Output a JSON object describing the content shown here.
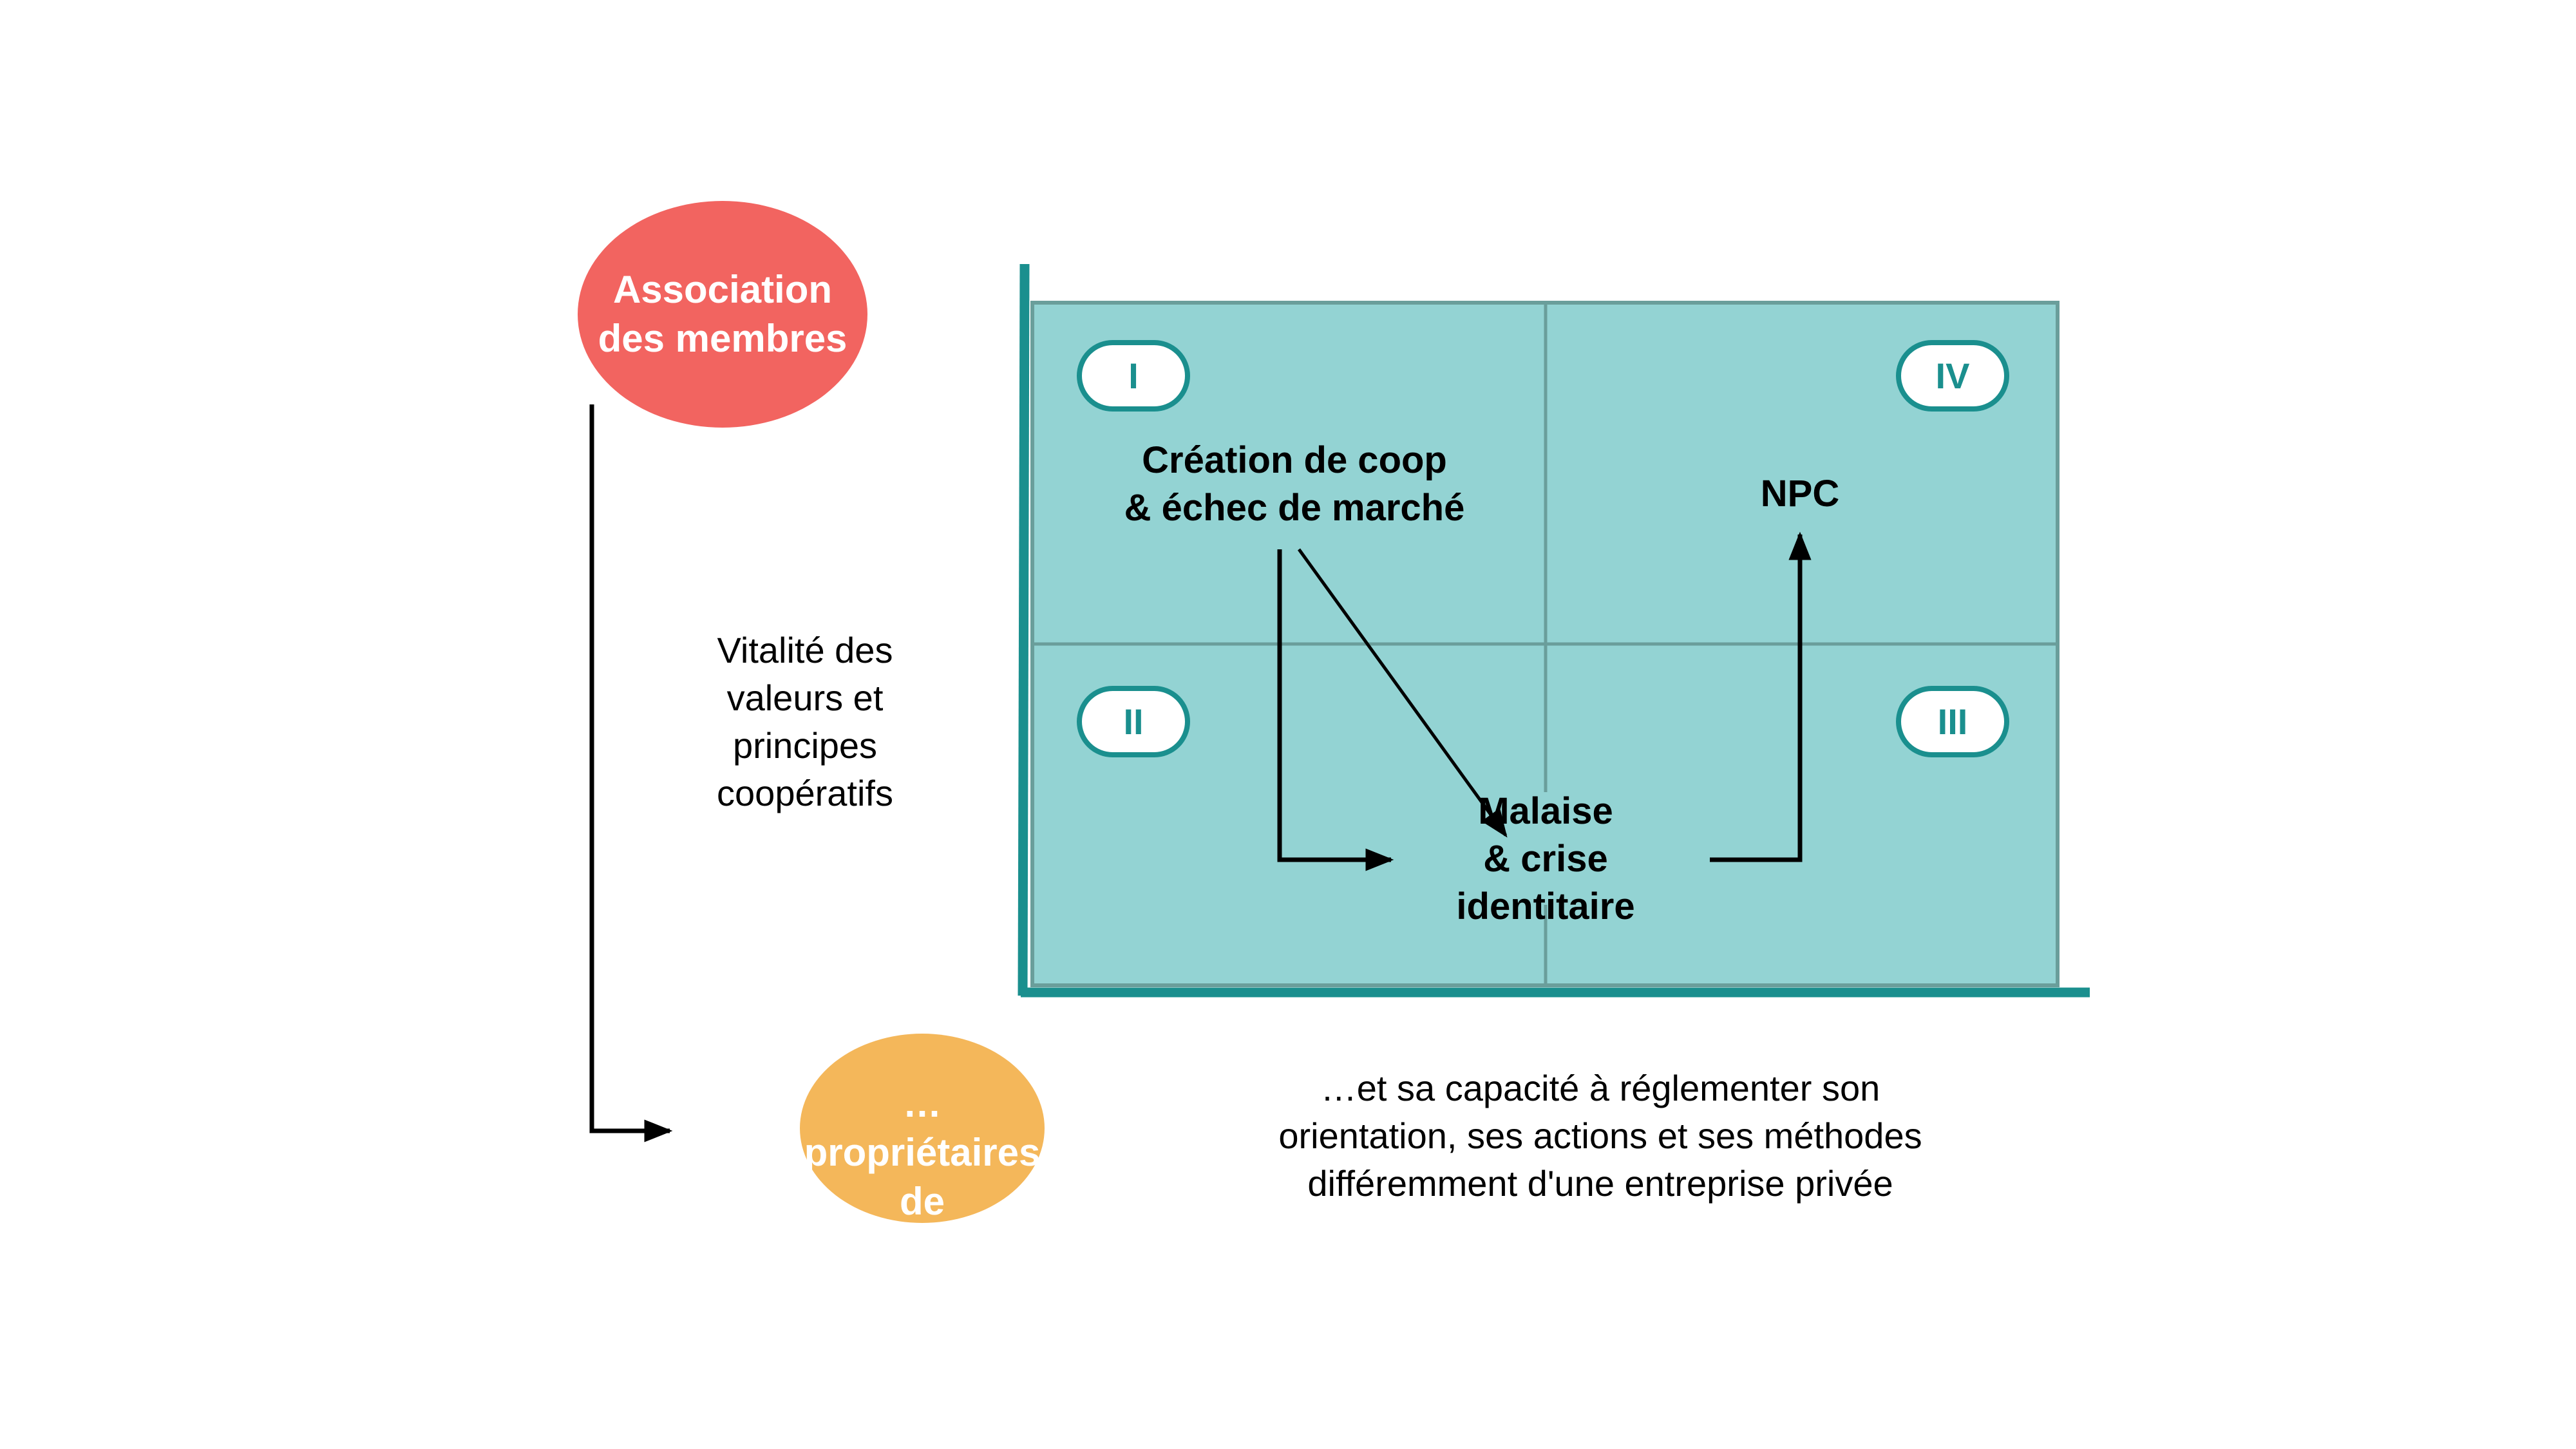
{
  "colors": {
    "association_fill": "#f26460",
    "owners_fill": "#f4b75a",
    "matrix_fill": "#93d3d3",
    "matrix_grid": "#6a9e9b",
    "axis": "#1a8f8e",
    "badge_border": "#1a8f8e",
    "badge_text": "#1a8f8e",
    "arrow": "#000000"
  },
  "nodes": {
    "association": {
      "label": "Association\ndes membres"
    },
    "owners": {
      "label": "…propriétaires\nde l’enterprise"
    }
  },
  "side_text": {
    "vitality": "Vitalité des\nvaleurs et\nprincipes\ncoopératifs",
    "capacity": "…et sa capacité à réglementer son\norientation, ses actions et ses méthodes\ndifféremment d'une entreprise privée"
  },
  "matrix": {
    "quadrants": [
      {
        "badge": "I",
        "position": "top-left"
      },
      {
        "badge": "IV",
        "position": "top-right"
      },
      {
        "badge": "II",
        "position": "bottom-left"
      },
      {
        "badge": "III",
        "position": "bottom-right"
      }
    ],
    "labels": {
      "creation": "Création de coop\n& échec de marché",
      "npc": "NPC",
      "malaise": "Malaise\n& crise\nidentitaire"
    }
  },
  "connections": [
    {
      "from": "association",
      "to": "owners",
      "style": "elbow"
    },
    {
      "from": "creation",
      "to": "malaise",
      "style": "diagonal"
    },
    {
      "from": "creation",
      "to": "malaise",
      "style": "elbow-down-right"
    },
    {
      "from": "malaise",
      "to": "npc",
      "style": "elbow-right-up"
    }
  ]
}
